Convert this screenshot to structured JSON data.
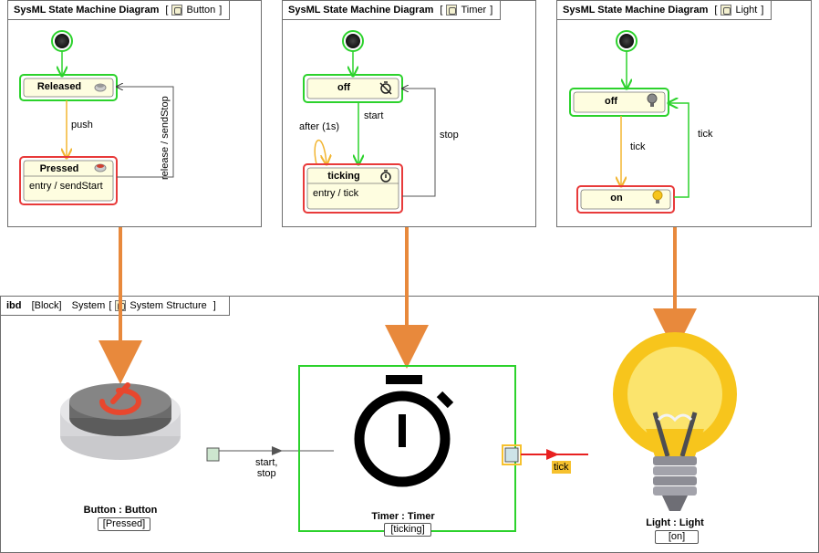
{
  "diagrams": [
    {
      "kind": "SysML State Machine Diagram",
      "name": "Button"
    },
    {
      "kind": "SysML State Machine Diagram",
      "name": "Timer"
    },
    {
      "kind": "SysML State Machine Diagram",
      "name": "Light"
    }
  ],
  "button_sm": {
    "states": [
      "Released",
      "Pressed"
    ],
    "pressed_entry": "entry / sendStart",
    "transitions": [
      "push",
      "release / sendStop"
    ]
  },
  "timer_sm": {
    "states": [
      "off",
      "ticking"
    ],
    "ticking_entry": "entry / tick",
    "transitions": [
      "start",
      "stop",
      "after (1s)"
    ]
  },
  "light_sm": {
    "states": [
      "off",
      "on"
    ],
    "transitions": [
      "tick",
      "tick"
    ]
  },
  "ibd": {
    "kind": "ibd",
    "block": "[Block]",
    "owner": "System",
    "name": "System Structure",
    "connector_label": [
      "start,",
      "stop"
    ],
    "flow_label": "tick",
    "parts": [
      {
        "name": "Button : Button",
        "state": "[Pressed]"
      },
      {
        "name": "Timer : Timer",
        "state": "[ticking]"
      },
      {
        "name": "Light : Light",
        "state": "[on]"
      }
    ]
  },
  "colors": {
    "active_state": "#e83a3a",
    "inactive_state": "#3ad63a",
    "state_fill": "#fefde0",
    "binding_arrow": "#e8893c",
    "button_red": "#e8472e",
    "bulb_yellow": "#f7c51c"
  },
  "icons": [
    "button-icon",
    "stopwatch-icon",
    "no-timer-icon",
    "bulb-off-icon",
    "bulb-on-icon"
  ]
}
